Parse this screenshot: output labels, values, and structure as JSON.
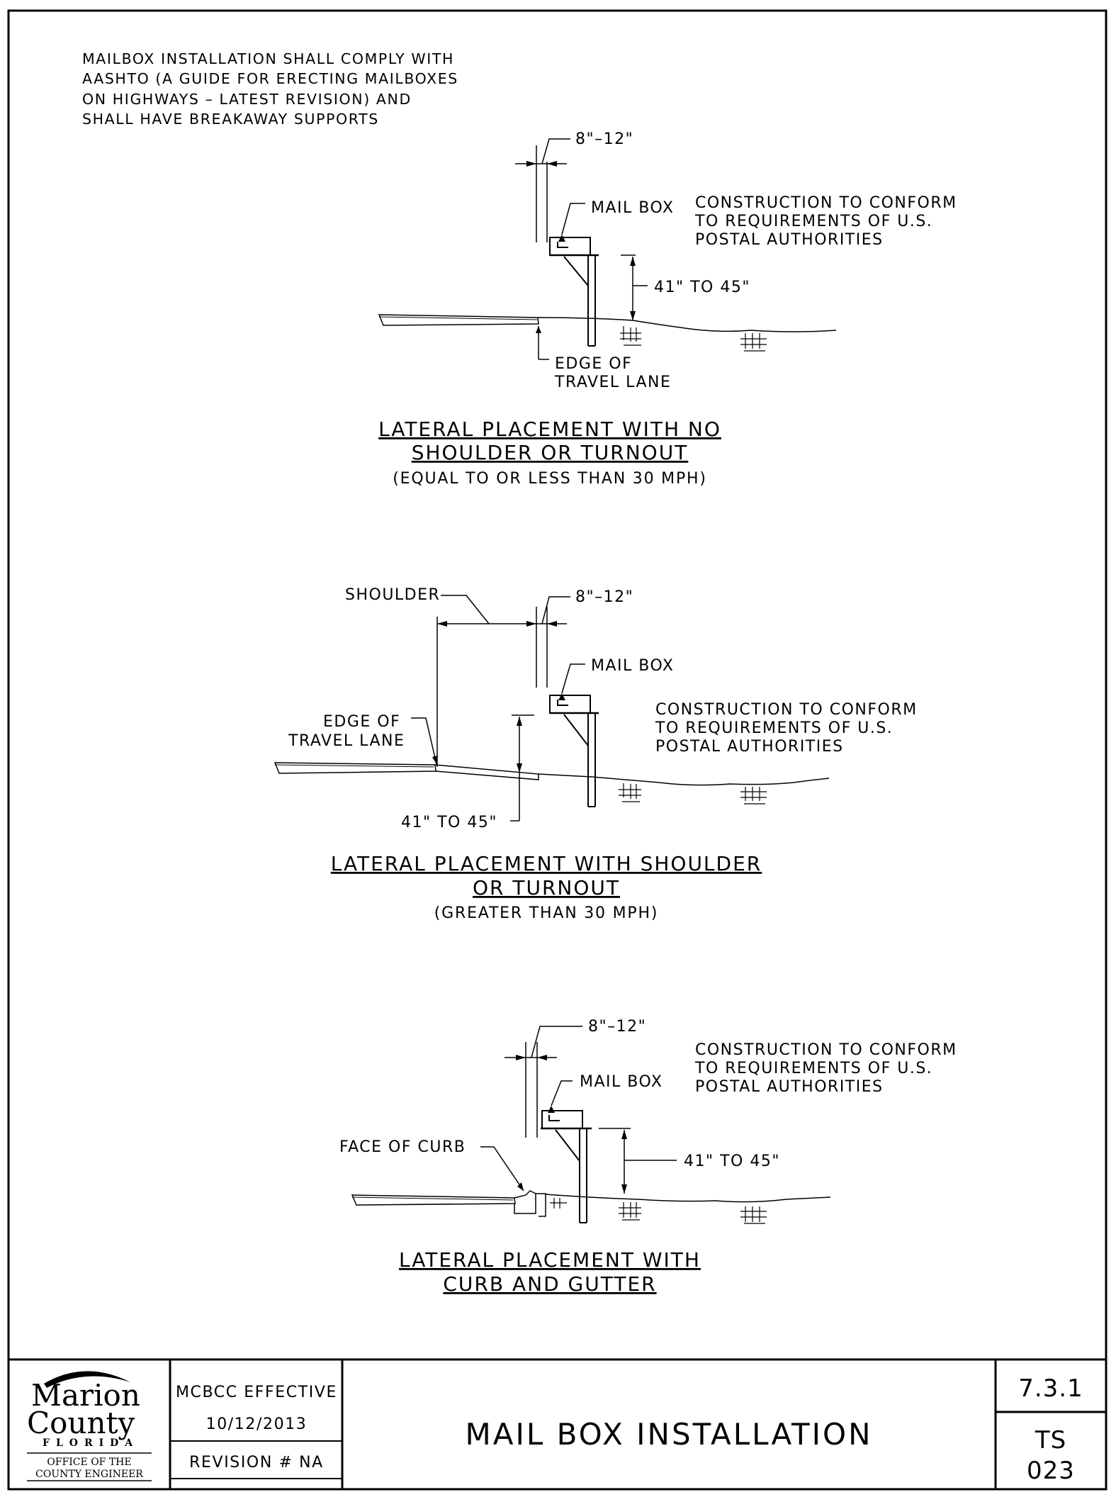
{
  "general_note": [
    "MAILBOX INSTALLATION SHALL COMPLY WITH",
    "AASHTO (A GUIDE FOR ERECTING MAILBOXES",
    "ON HIGHWAYS – LATEST REVISION) AND",
    "SHALL HAVE BREAKAWAY SUPPORTS"
  ],
  "detail_1": {
    "offset": "8\"–12\"",
    "mailbox": "MAIL BOX",
    "construction": [
      "CONSTRUCTION TO CONFORM",
      "TO REQUIREMENTS OF U.S.",
      "POSTAL AUTHORITIES"
    ],
    "height": "41\" TO 45\"",
    "edge": [
      "EDGE OF",
      "TRAVEL LANE"
    ],
    "title": [
      "LATERAL PLACEMENT WITH NO",
      "SHOULDER OR TURNOUT"
    ],
    "subtitle": "(EQUAL TO OR LESS THAN 30 MPH)"
  },
  "detail_2": {
    "shoulder": "SHOULDER",
    "offset": "8\"–12\"",
    "mailbox": "MAIL BOX",
    "construction": [
      "CONSTRUCTION TO CONFORM",
      "TO REQUIREMENTS OF U.S.",
      "POSTAL AUTHORITIES"
    ],
    "edge": [
      "EDGE OF",
      "TRAVEL LANE"
    ],
    "height": "41\" TO 45\"",
    "title": [
      "LATERAL PLACEMENT WITH SHOULDER",
      "OR TURNOUT"
    ],
    "subtitle": "(GREATER THAN 30 MPH)"
  },
  "detail_3": {
    "offset": "8\"–12\"",
    "mailbox": "MAIL BOX",
    "construction": [
      "CONSTRUCTION TO CONFORM",
      "TO REQUIREMENTS OF U.S.",
      "POSTAL AUTHORITIES"
    ],
    "curb": "FACE OF CURB",
    "height": "41\" TO 45\"",
    "title": [
      "LATERAL PLACEMENT WITH",
      "CURB AND GUTTER"
    ]
  },
  "title_block": {
    "logo": {
      "line1": "Marion",
      "line2": "County",
      "line3": "FLORIDA"
    },
    "office": [
      "OFFICE OF THE",
      "COUNTY ENGINEER"
    ],
    "effective_label": "MCBCC EFFECTIVE",
    "effective_date": "10/12/2013",
    "revision": "REVISION # NA",
    "sheet_title": "MAIL BOX INSTALLATION",
    "detail_number": "7.3.1",
    "sheet_code": "TS",
    "sheet_number": "023"
  }
}
